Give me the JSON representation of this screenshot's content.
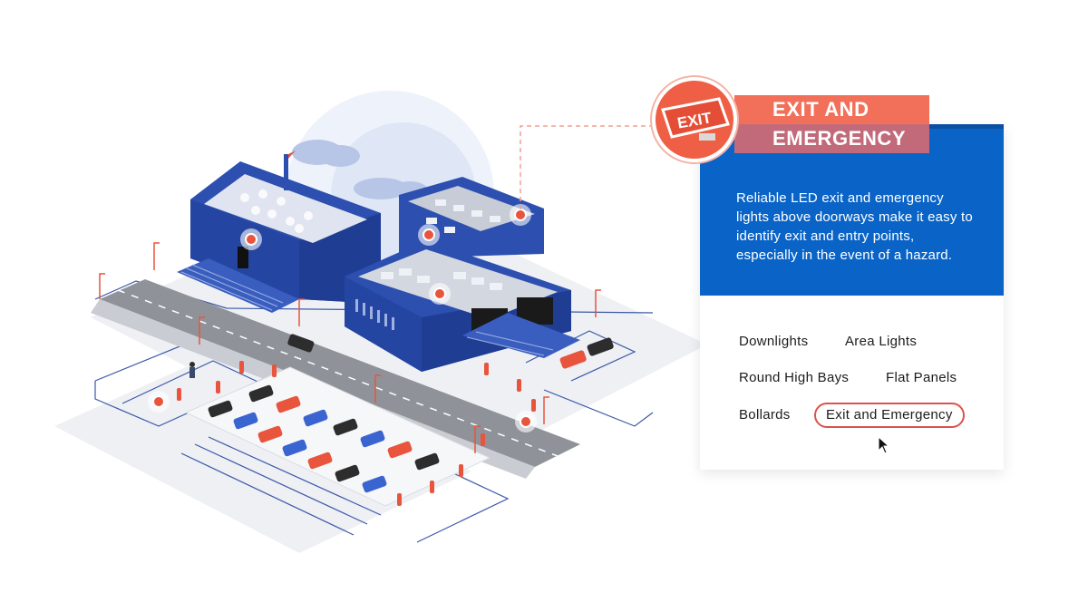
{
  "panel": {
    "title_line1": "EXIT AND",
    "title_line2": "EMERGENCY",
    "description": "Reliable LED exit and emergency lights above doorways make it easy to identify exit and entry points, especially in the event of a hazard.",
    "badge_sign_text": "EXIT",
    "badge_icon": "exit-sign-icon"
  },
  "categories": [
    {
      "label": "Downlights",
      "active": false
    },
    {
      "label": "Area Lights",
      "active": false
    },
    {
      "label": "Round High Bays",
      "active": false
    },
    {
      "label": "Flat Panels",
      "active": false
    },
    {
      "label": "Bollards",
      "active": false
    },
    {
      "label": "Exit and Emergency",
      "active": true
    }
  ],
  "colors": {
    "panel_blue": "#0a64c8",
    "accent_coral": "#f2705a",
    "active_outline": "#d9534f",
    "building_blue": "#2c4fb0"
  }
}
